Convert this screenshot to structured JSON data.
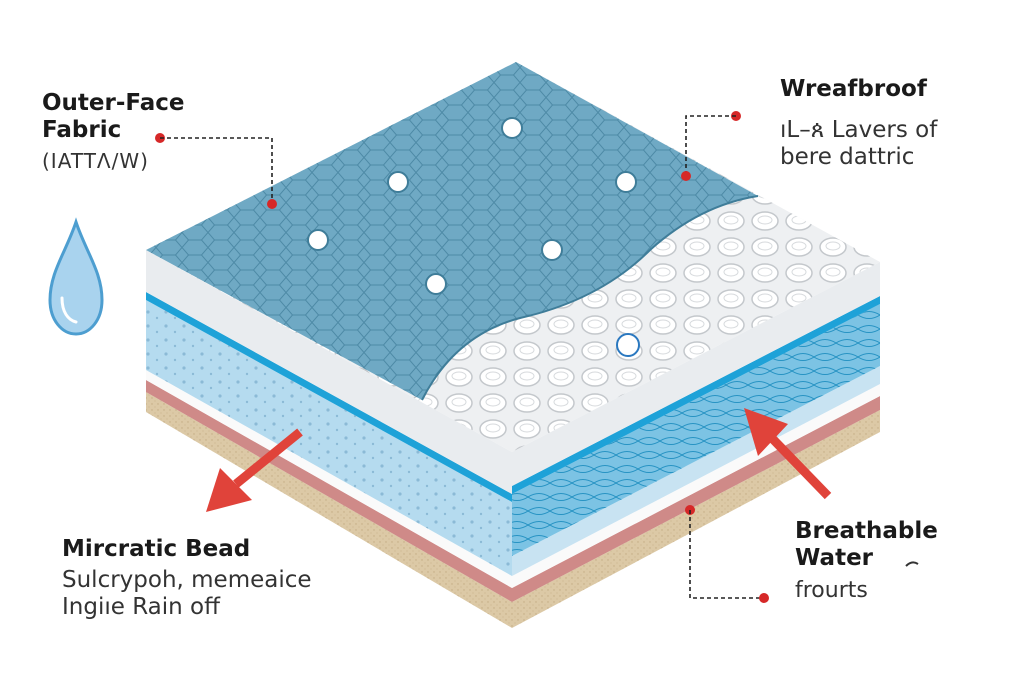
{
  "labels": {
    "outer_face": {
      "title_line1": "Outer-Face",
      "title_line2": "Fabric",
      "sub": "(IATTΛ/W)"
    },
    "waterproof": {
      "title": "Wreafbroof",
      "sub_line1": "ıL–ጰ Lavers of",
      "sub_line2": "bere dattric"
    },
    "micro_bead": {
      "title": "Mircratic Bead",
      "sub_line1": "Sulcrypoh, memeaice",
      "sub_line2": "Ingiıe Rain off"
    },
    "breathable": {
      "title_line1": "Breathable",
      "title_line2": "Water",
      "sub": "frourts"
    }
  },
  "icons": [
    "water-drop-icon",
    "arrow-icon"
  ],
  "colors": {
    "top_fabric": "#6fa9c4",
    "hex_line": "#4d8aa6",
    "membrane": "#e9ecef",
    "inner_blue": "#b5dbef",
    "accent_blue": "#1ea2d8",
    "sand": "#dcc9a6",
    "rose": "#cf8a88",
    "marker": "#d62828",
    "arrow": "#e0433a"
  }
}
